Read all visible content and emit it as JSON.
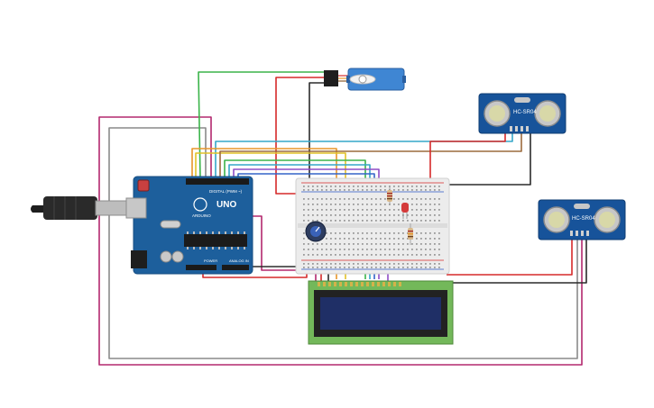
{
  "arduino": {
    "model_label": "UNO",
    "brand_label": "ARDUINO",
    "digital_label": "DIGITAL (PWM ~)",
    "power_label": "POWER",
    "analog_label": "ANALOG IN"
  },
  "sensors": [
    {
      "model_label": "HC-SR04"
    },
    {
      "model_label": "HC-SR04"
    }
  ],
  "colors": {
    "wire_red": "#d62a2a",
    "wire_black": "#2b2b2b",
    "wire_magenta": "#b3286e",
    "wire_gray": "#8a8a8a",
    "wire_green": "#3bb44a",
    "wire_orange": "#e8962a",
    "wire_yellow": "#e2c227",
    "wire_purple": "#8f4dc6",
    "wire_brown": "#9c6b3d",
    "wire_cyan": "#35a7c9",
    "board_blue": "#1d5f9c",
    "lcd_green": "#73b85a",
    "lcd_screen": "#1f2f66",
    "servo_blue": "#3f86d3",
    "sensor_blue": "#17539a"
  }
}
